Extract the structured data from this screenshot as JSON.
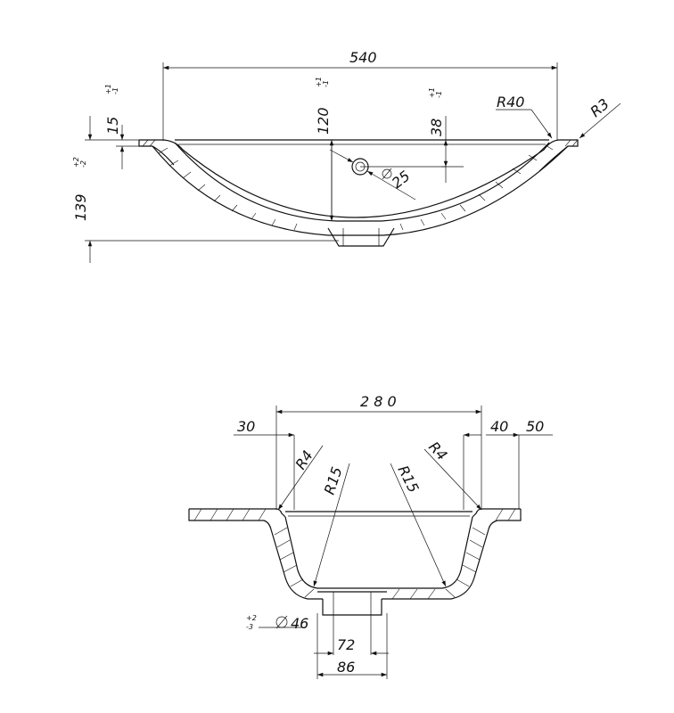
{
  "top_view": {
    "overall_length": "540",
    "radius_large": "R40",
    "radius_small": "R3",
    "flange_thickness": "15",
    "depth_center": "120",
    "depth_side": "38",
    "total_height": "139",
    "overflow_hole": "25",
    "tol_plus1": "+1",
    "tol_minus1": "-1",
    "tol_plus2": "+2",
    "tol_minus2": "-2"
  },
  "side_view": {
    "inner_width": "2 8 0",
    "flange_left": "30",
    "flange_right_inner": "40",
    "flange_right_outer": "50",
    "radius_left_small": "R4",
    "radius_right_small": "R4",
    "radius_left_large": "R15",
    "radius_right_large": "R15",
    "drain_diameter": "46",
    "drain_inner": "72",
    "drain_outer": "86",
    "tol_plus2": "+2",
    "tol_minus3": "-3"
  }
}
